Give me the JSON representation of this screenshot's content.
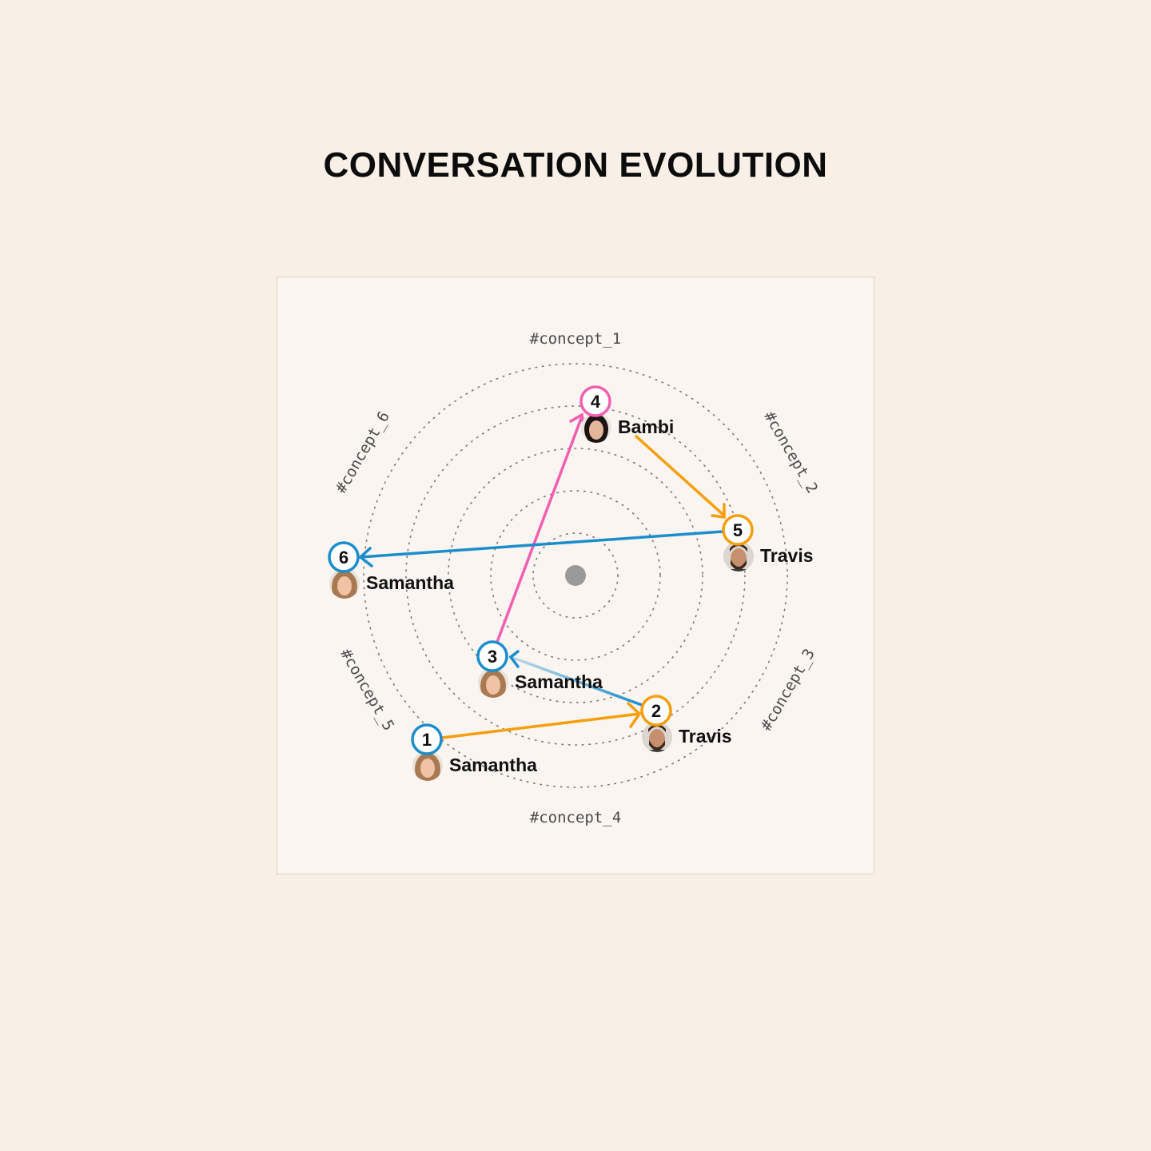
{
  "title": "CONVERSATION EVOLUTION",
  "colors": {
    "background": "#f8efe6",
    "panel": "#faf5f0",
    "samantha": "#1b8dcc",
    "travis": "#f59e0b",
    "bambi": "#f25fb0",
    "center": "#9a9a9a",
    "ring": "#777777"
  },
  "rings": 5,
  "concepts": [
    "#concept_1",
    "#concept_2",
    "#concept_3",
    "#concept_4",
    "#concept_5",
    "#concept_6"
  ],
  "nodes": [
    {
      "step": "1",
      "speaker": "Samantha",
      "color_key": "samantha",
      "avatar": "woman-avatar-icon"
    },
    {
      "step": "2",
      "speaker": "Travis",
      "color_key": "travis",
      "avatar": "bearded-man-avatar-icon"
    },
    {
      "step": "3",
      "speaker": "Samantha",
      "color_key": "samantha",
      "avatar": "woman-avatar-icon"
    },
    {
      "step": "4",
      "speaker": "Bambi",
      "color_key": "bambi",
      "avatar": "woman-dark-hair-avatar-icon"
    },
    {
      "step": "5",
      "speaker": "Travis",
      "color_key": "travis",
      "avatar": "bearded-man-avatar-icon"
    },
    {
      "step": "6",
      "speaker": "Samantha",
      "color_key": "samantha",
      "avatar": "woman-avatar-icon"
    }
  ]
}
